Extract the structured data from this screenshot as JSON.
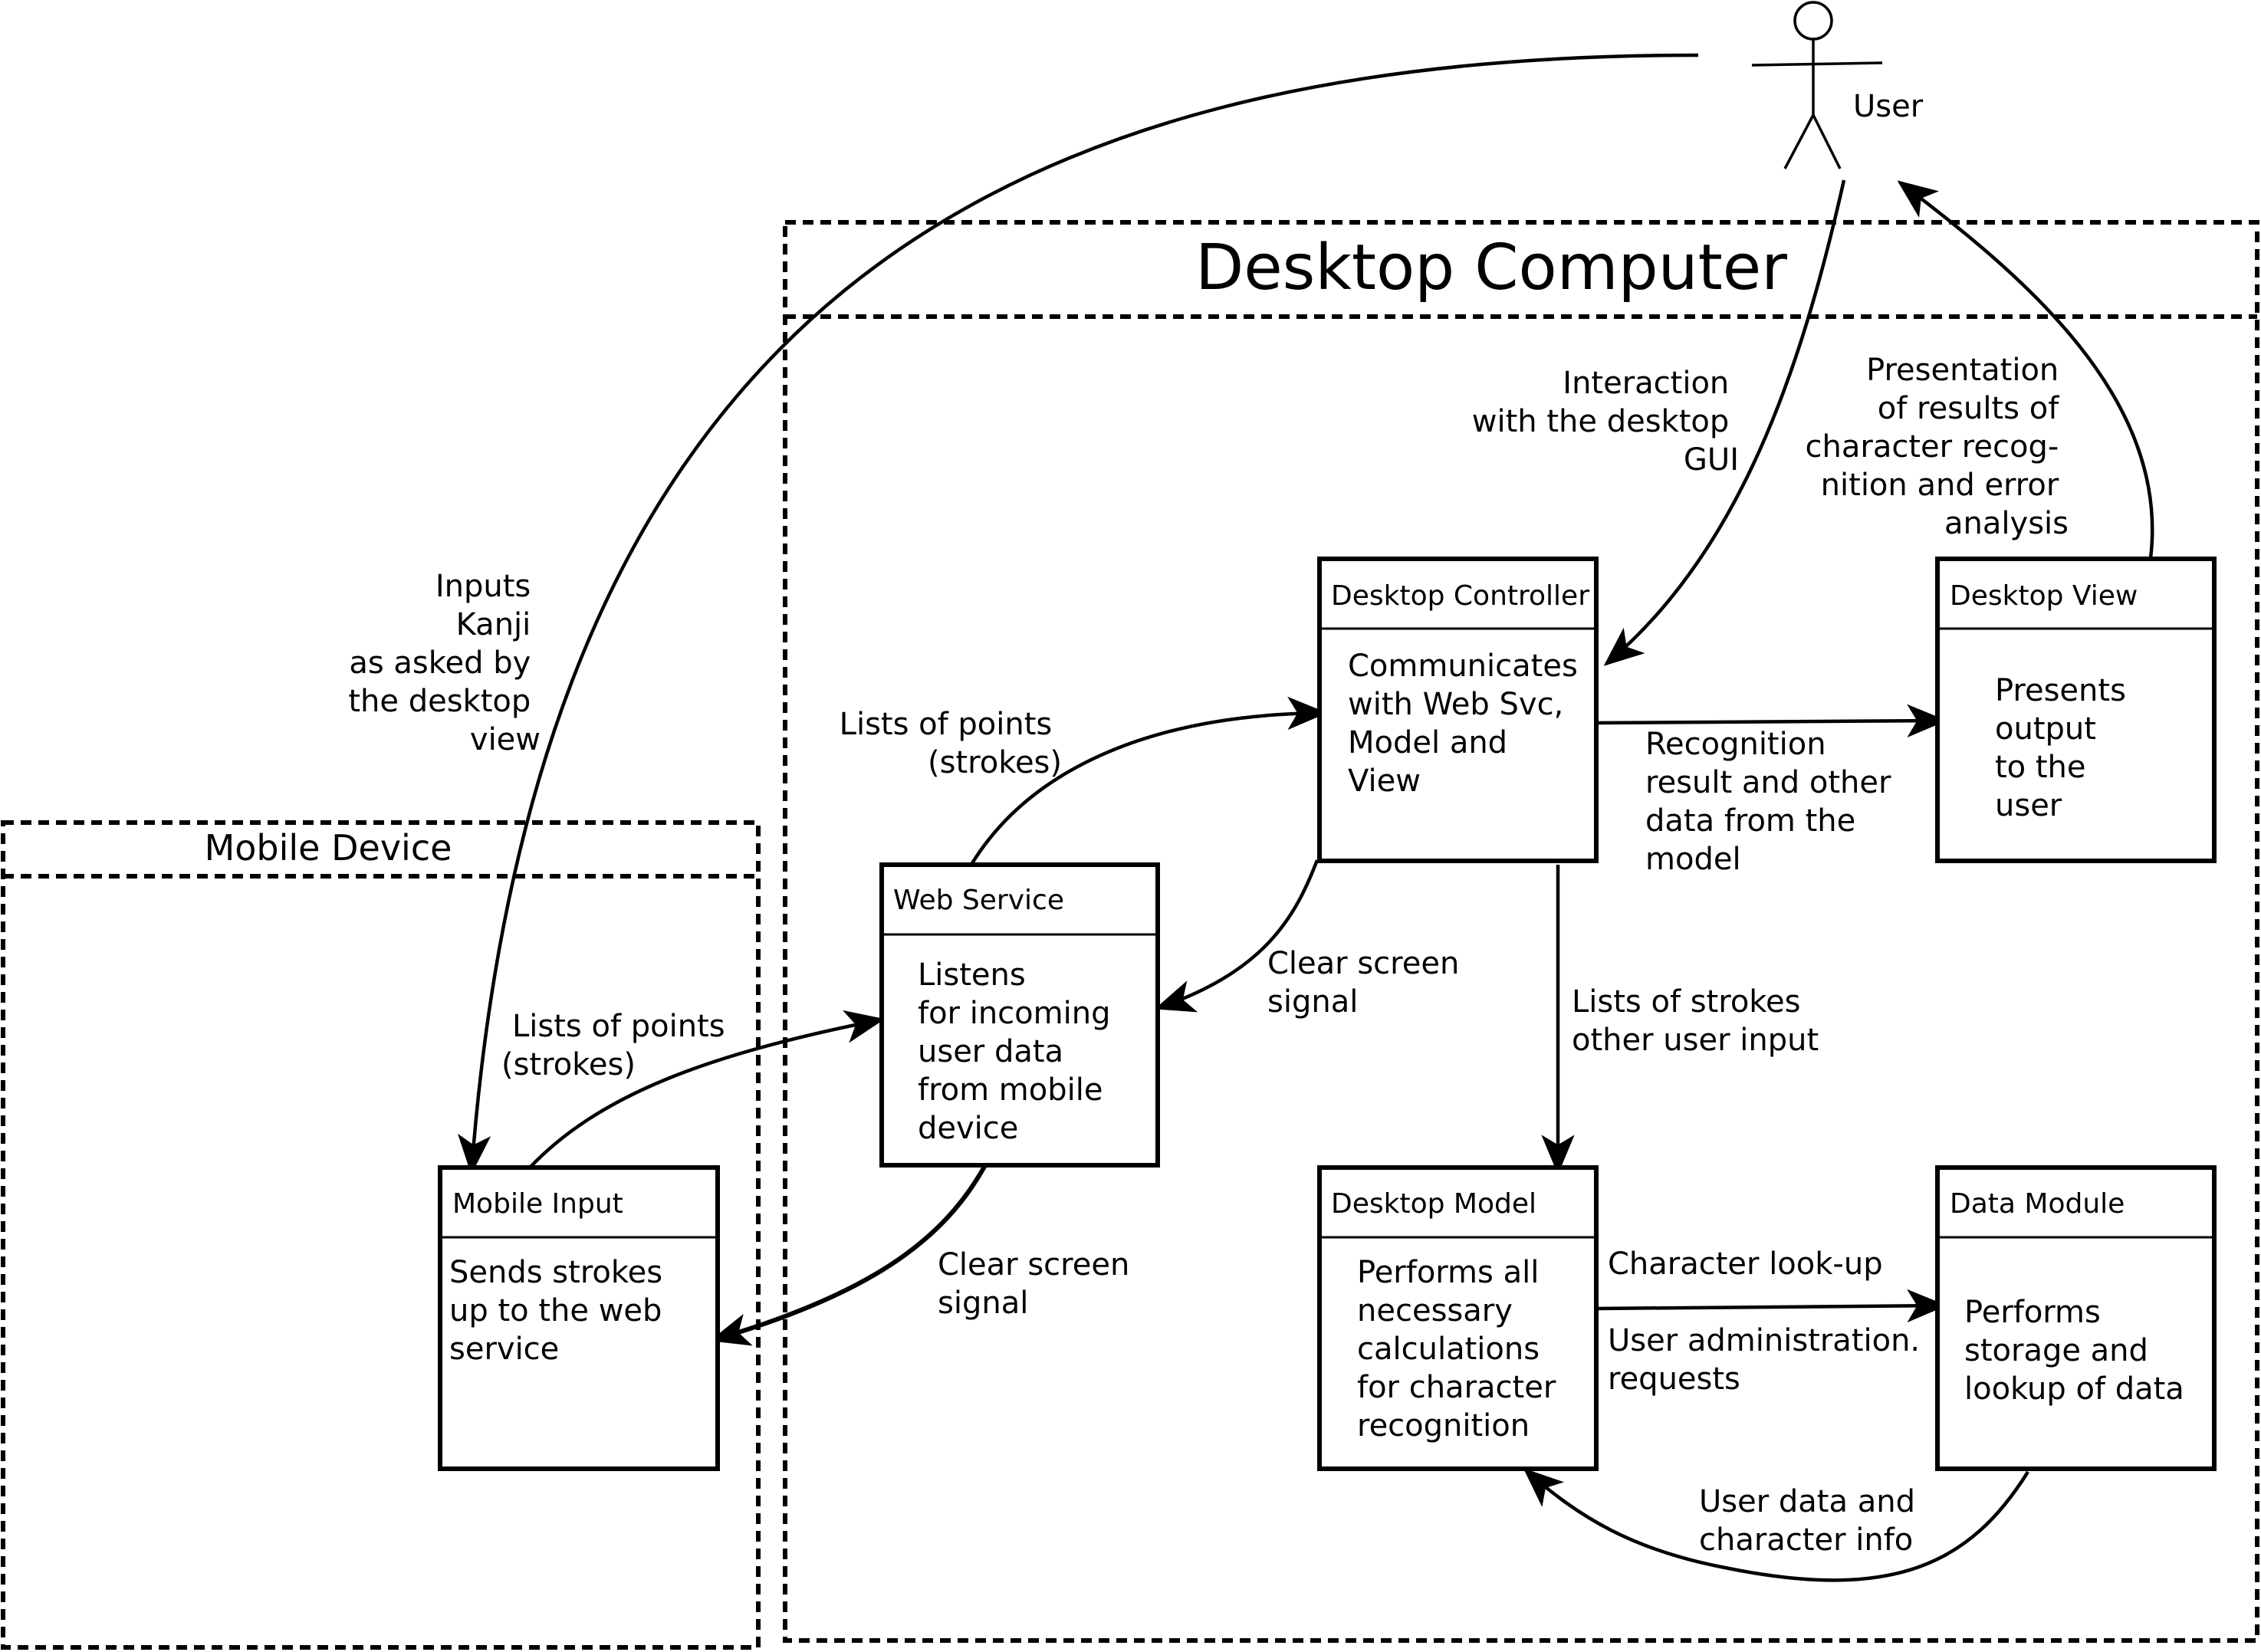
{
  "actor": {
    "label": "User"
  },
  "containers": {
    "desktop": {
      "title": "Desktop Computer"
    },
    "mobile": {
      "title": "Mobile Device"
    }
  },
  "components": {
    "desktop_controller": {
      "title": "Desktop Controller",
      "body": [
        "Communicates",
        "with Web Svc,",
        "Model and",
        "View"
      ]
    },
    "desktop_view": {
      "title": "Desktop View",
      "body": [
        "Presents",
        "output",
        "to the",
        "user"
      ]
    },
    "web_service": {
      "title": "Web Service",
      "body": [
        "Listens",
        "for incoming",
        "user data",
        "from mobile",
        "device"
      ]
    },
    "desktop_model": {
      "title": "Desktop Model",
      "body": [
        "Performs all",
        "necessary",
        "calculations",
        "for character",
        "recognition"
      ]
    },
    "data_module": {
      "title": "Data Module",
      "body": [
        "Performs",
        "storage and",
        "lookup of data"
      ]
    },
    "mobile_input": {
      "title": "Mobile Input",
      "body": [
        "Sends strokes",
        "up to the web",
        "service"
      ]
    }
  },
  "edges": {
    "user_to_controller": [
      "Interaction",
      "with the desktop",
      "GUI"
    ],
    "view_to_user": [
      "Presentation",
      "of results of",
      "character recog-",
      "nition and error",
      "analysis"
    ],
    "user_to_mobile": [
      "Inputs",
      "Kanji",
      "as asked by",
      "the desktop",
      "view"
    ],
    "web_to_controller": [
      "Lists of points",
      "(strokes)"
    ],
    "controller_to_view": [
      "Recognition",
      "result and other",
      "data from the",
      "model"
    ],
    "controller_to_web": [
      "Clear screen",
      "signal"
    ],
    "controller_to_model": [
      "Lists of strokes",
      "other user input"
    ],
    "mobile_to_web": [
      "Lists of points",
      "(strokes)"
    ],
    "web_to_mobile": [
      "Clear screen",
      "signal"
    ],
    "model_to_data_top": [
      "Character look-up"
    ],
    "model_to_data_bottom": [
      "User administration.",
      "requests"
    ],
    "data_to_model": [
      "User data and",
      "character info"
    ]
  }
}
